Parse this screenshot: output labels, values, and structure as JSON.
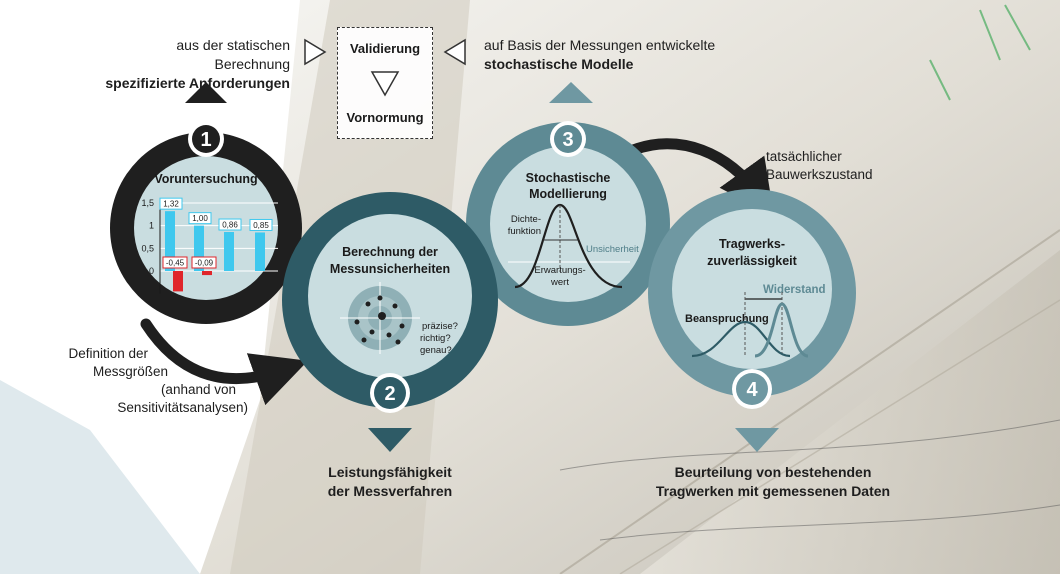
{
  "colors": {
    "dark_ring": "#1f1f1f",
    "teal_dark": "#2e5b66",
    "teal_mid": "#5e8a94",
    "teal_light": "#6f98a2",
    "inner_fill": "#c9dde0",
    "bar_cyan": "#3fc8ee",
    "bar_red": "#e0262b"
  },
  "top": {
    "left_line1": "aus der statischen Berechnung",
    "left_line2": "spezifizierte Anforderungen",
    "center_top": "Validierung",
    "center_bottom": "Vornormung",
    "right_line1": "auf Basis der Messungen entwickelte",
    "right_line2": "stochastische Modelle"
  },
  "side": {
    "left_line1": "Definition der",
    "left_line2": "Messgrößen",
    "left_line3": "(anhand von",
    "left_line4": "Sensitivitätsanalysen)",
    "right_line1": "tatsächlicher",
    "right_line2": "Bauwerkszustand"
  },
  "bottom": {
    "b2_line1": "Leistungsfähigkeit",
    "b2_line2": "der Messverfahren",
    "b4_line1": "Beurteilung von bestehenden",
    "b4_line2": "Tragwerken mit gemessenen Daten"
  },
  "step1": {
    "number": "1",
    "title": "Voruntersuchung",
    "chart_data": {
      "type": "bar",
      "categories": [
        "",
        "",
        "",
        ""
      ],
      "series": [
        {
          "values": [
            1.32,
            1.0,
            0.86,
            0.85
          ]
        },
        {
          "values": [
            -0.45,
            -0.09,
            0,
            0
          ]
        }
      ],
      "data_labels_pos": [
        "1,32",
        "1,00",
        "0,86",
        "0,85"
      ],
      "data_labels_neg": [
        "-0,45",
        "-0,09"
      ],
      "yticks": [
        "1,5",
        "1",
        "0,5",
        "0"
      ],
      "ylim": [
        -0.55,
        1.6
      ]
    }
  },
  "step2": {
    "number": "2",
    "title_line1": "Berechnung der",
    "title_line2": "Messunsicherheiten",
    "q1": "präzise?",
    "q2": "richtig?",
    "q3": "genau?"
  },
  "step3": {
    "number": "3",
    "title_line1": "Stochastische",
    "title_line2": "Modellierung",
    "density_line1": "Dichte-",
    "density_line2": "funktion",
    "uncertainty": "Unsicherheit",
    "expected_line1": "Erwartungs-",
    "expected_line2": "wert"
  },
  "step4": {
    "number": "4",
    "title_line1": "Tragwerks-",
    "title_line2": "zuverlässigkeit",
    "resistance": "Widerstand",
    "load": "Beanspruchung"
  }
}
